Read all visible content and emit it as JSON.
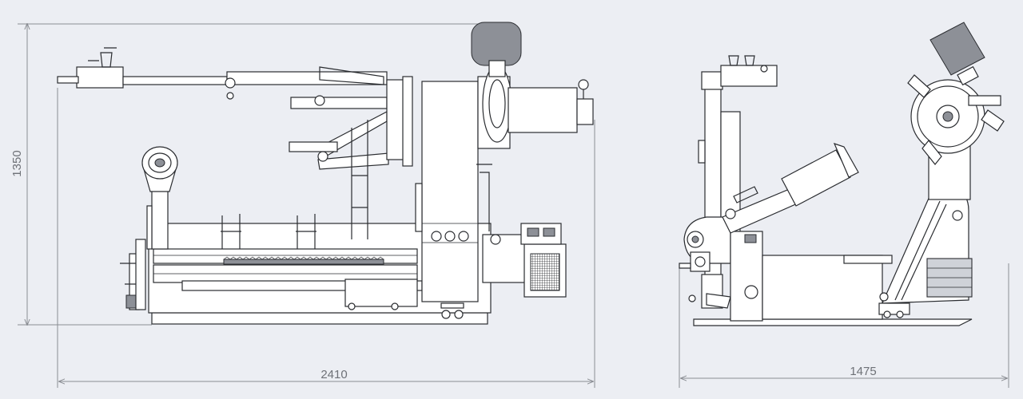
{
  "dimensions": {
    "height_label": "1350",
    "width_side_label": "2410",
    "width_front_label": "1475"
  },
  "colors": {
    "background": "#eceef3",
    "line": "#2a2c30",
    "dimension_text": "#6e7177"
  }
}
